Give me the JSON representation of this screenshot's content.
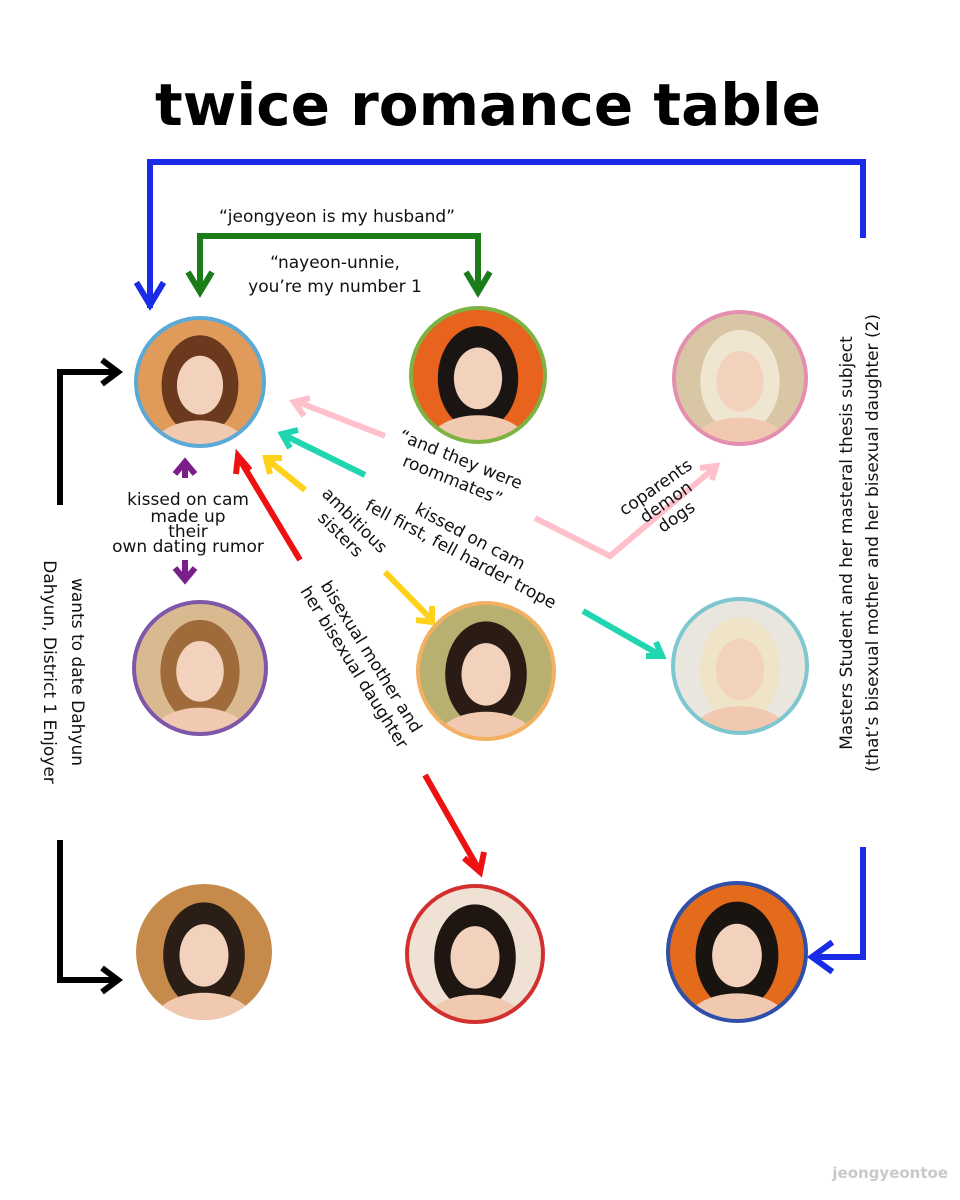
{
  "title": "twice romance table",
  "watermark": "jeongyeontoe",
  "members": [
    {
      "id": "nayeon",
      "ring": "#5aa9d6",
      "bg": "#e09a5a",
      "hair": "#6b3a1e"
    },
    {
      "id": "jeongyeon",
      "ring": "#7cb342",
      "bg": "#e8641e",
      "hair": "#1a1512"
    },
    {
      "id": "momo",
      "ring": "#e58fb0",
      "bg": "#d8c6a4",
      "hair": "#efe6d2"
    },
    {
      "id": "sana",
      "ring": "#7e57a8",
      "bg": "#d9b98f",
      "hair": "#a06b3a"
    },
    {
      "id": "jihyo",
      "ring": "#f2b062",
      "bg": "#b7b071",
      "hair": "#2a1c14"
    },
    {
      "id": "mina",
      "ring": "#7ec7cf",
      "bg": "#e9e6e0",
      "hair": "#efe3c8"
    },
    {
      "id": "dahyun",
      "ring": "#ffffff",
      "bg": "#c68a4a",
      "hair": "#2b1e16"
    },
    {
      "id": "chaeyoung",
      "ring": "#d32f2f",
      "bg": "#efe2d4",
      "hair": "#1f1612"
    },
    {
      "id": "tzuyu",
      "ring": "#2f4fa8",
      "bg": "#e36b1b",
      "hair": "#1a1411"
    }
  ],
  "labels": {
    "husband": "“jeongyeon is my husband”",
    "number1_a": "“nayeon-unnie,",
    "number1_b": "you’re my number 1",
    "roommates_a": "“and they were",
    "roommates_b": "roommates”",
    "coparents_a": "coparents",
    "coparents_b": "demon",
    "coparents_c": "dogs",
    "kissed_cam_a": "kissed on cam",
    "kissed_cam_b": "fell first, fell harder trope",
    "ambitious_a": "ambitious",
    "ambitious_b": "sisters",
    "bisexual_a": "bisexual mother and",
    "bisexual_b": "her bisexual daughter",
    "sana_a": "kissed on cam",
    "sana_b": "made up",
    "sana_c": "their",
    "sana_d": "own dating rumor",
    "dahyun_a": "wants to date Dahyun",
    "dahyun_b": "Dahyun, District 1 Enjoyer",
    "tzuyu_a": "Masters Student and her masteral thesis subject",
    "tzuyu_b": "(that’s bisexual mother and her bisexual daughter (2)"
  },
  "colors": {
    "blue": "#1a2be8",
    "green": "#1a7d1a",
    "pink": "#ffc0cb",
    "teal": "#1fd6b0",
    "yellow": "#ffd21a",
    "red": "#ee1111",
    "purple": "#7a1f8a",
    "black": "#000000"
  }
}
